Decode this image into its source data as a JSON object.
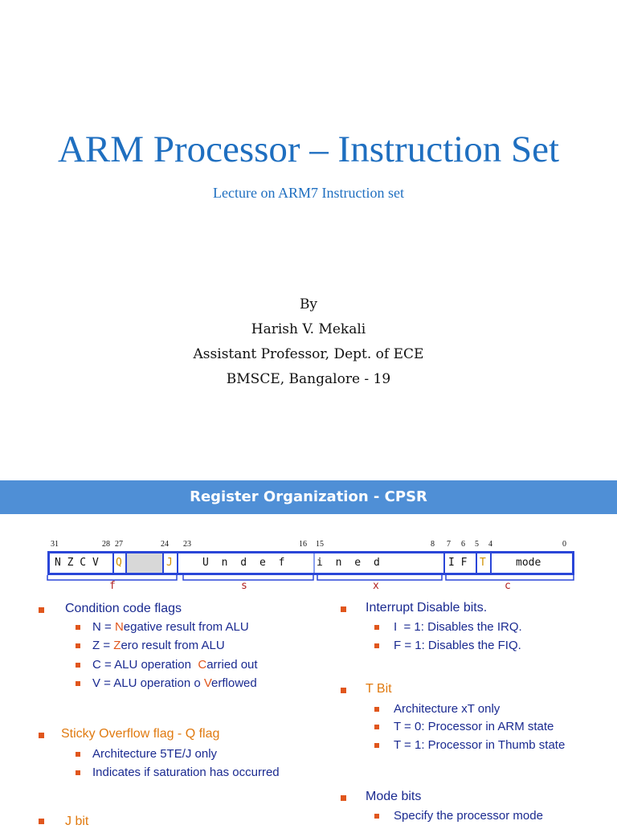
{
  "slide1": {
    "title": "ARM Processor – Instruction Set",
    "subtitle": "Lecture on ARM7 Instruction set",
    "author_lines": [
      "By",
      "Harish V. Mekali",
      "Assistant Professor, Dept. of ECE",
      "BMSCE, Bangalore - 19"
    ]
  },
  "slide2": {
    "title": "Register Organization - CPSR",
    "bit_numbers": [
      "31",
      "28",
      "27",
      "24",
      "23",
      "16",
      "15",
      "8",
      "7",
      "6",
      "5",
      "4",
      "0"
    ],
    "register_cells": {
      "nzcv": "N Z C V",
      "q": "Q",
      "j": "J",
      "undef_left": "U n d e f",
      "undef_right": "i n e d",
      "if_bits": "I F",
      "t": "T",
      "mode": "mode"
    },
    "field_labels": [
      "f",
      "s",
      "x",
      "c"
    ],
    "colors": {
      "banner": "#4f8fd6",
      "title": "#1f6fc0",
      "bullet": "#e0561c",
      "register_border": "#2a46d8"
    },
    "left": {
      "condition": {
        "heading": "Condition code flags",
        "items": [
          {
            "pre": "N = ",
            "hl": "N",
            "post": "egative result from ALU"
          },
          {
            "pre": "Z = ",
            "hl": "Z",
            "post": "ero result from ALU"
          },
          {
            "pre": "C = ALU operation  ",
            "hl": "C",
            "post": "arried out"
          },
          {
            "pre": "V = ALU operation o ",
            "hl": "V",
            "post": "erflowed"
          }
        ]
      },
      "sticky": {
        "heading": "Sticky Overflow flag - Q flag",
        "items": [
          "Architecture 5TE/J only",
          "Indicates if saturation has occurred"
        ]
      },
      "jbit": {
        "heading": "J bit"
      }
    },
    "right": {
      "interrupt": {
        "heading": "Interrupt Disable bits.",
        "items": [
          "I  = 1: Disables the IRQ.",
          "F = 1: Disables the FIQ."
        ]
      },
      "tbit": {
        "heading": "T Bit",
        "items": [
          "Architecture xT only",
          "T = 0: Processor in ARM state",
          "T = 1: Processor in Thumb state"
        ]
      },
      "mode": {
        "heading": "Mode bits",
        "items": [
          "Specify the processor mode"
        ]
      }
    }
  }
}
